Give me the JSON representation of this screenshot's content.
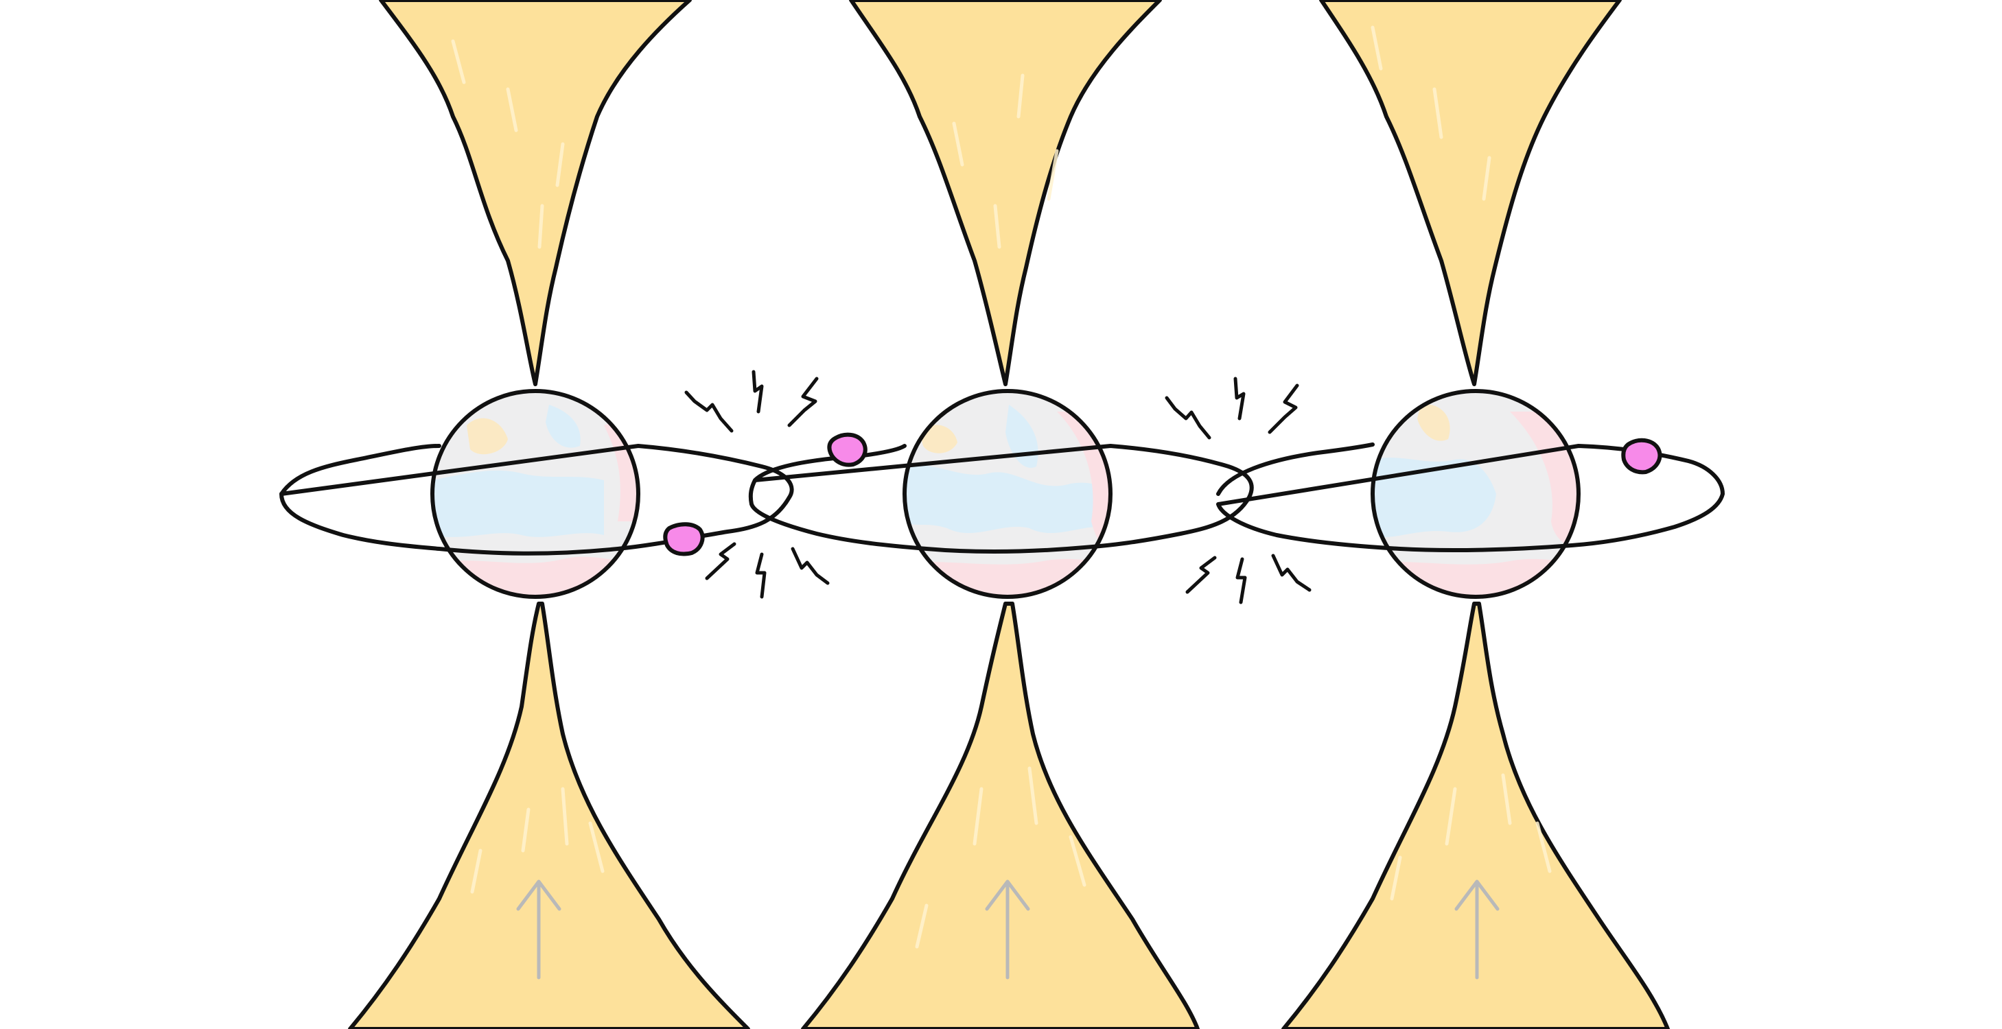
{
  "colors": {
    "background": "#ffffff",
    "beam": "#fde19b",
    "beam_highlight": "#fff2cf",
    "sphere_base": "#eeeeef",
    "patch_blue": "#dbeef9",
    "patch_pink": "#fbe0e4",
    "patch_yellow": "#fbe9c4",
    "electron": "#f78ae9",
    "arrow": "#b9b9b9",
    "outline": "#111111"
  },
  "diagram": {
    "beam_count": 3,
    "atom_count": 3,
    "orbital_count": 3,
    "electron_count": 3,
    "interaction_spark_groups": 2,
    "beam_direction": "up",
    "icons": [
      "focused-beam-icon",
      "atom-sphere-icon",
      "electron-orbit-icon",
      "electron-icon",
      "interaction-spark-icon",
      "up-arrow-icon"
    ]
  }
}
